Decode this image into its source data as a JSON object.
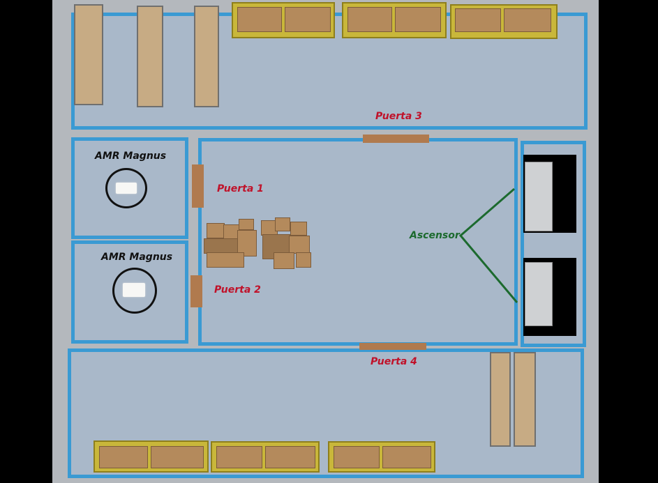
{
  "colors": {
    "floor": "#a9b8c9",
    "wall": "#b4b8bd",
    "edge_line": "#3a9ad3",
    "door": "#b07a4e",
    "door_label": "#c0122a",
    "elevator_label": "#1c6a2e",
    "amr_label": "#111111",
    "rack": "#c9b73a",
    "box": "#b48a5c"
  },
  "doors": {
    "d1": "Puerta 1",
    "d2": "Puerta 2",
    "d3": "Puerta 3",
    "d4": "Puerta 4"
  },
  "robots": {
    "r1": "AMR Magnus",
    "r2": "AMR Magnus"
  },
  "elevator": {
    "label": "Ascensor"
  },
  "icons": [
    "amr-robot-icon",
    "elevator-pointer-icon",
    "shelf-rack-icon",
    "cardboard-box-icon"
  ]
}
